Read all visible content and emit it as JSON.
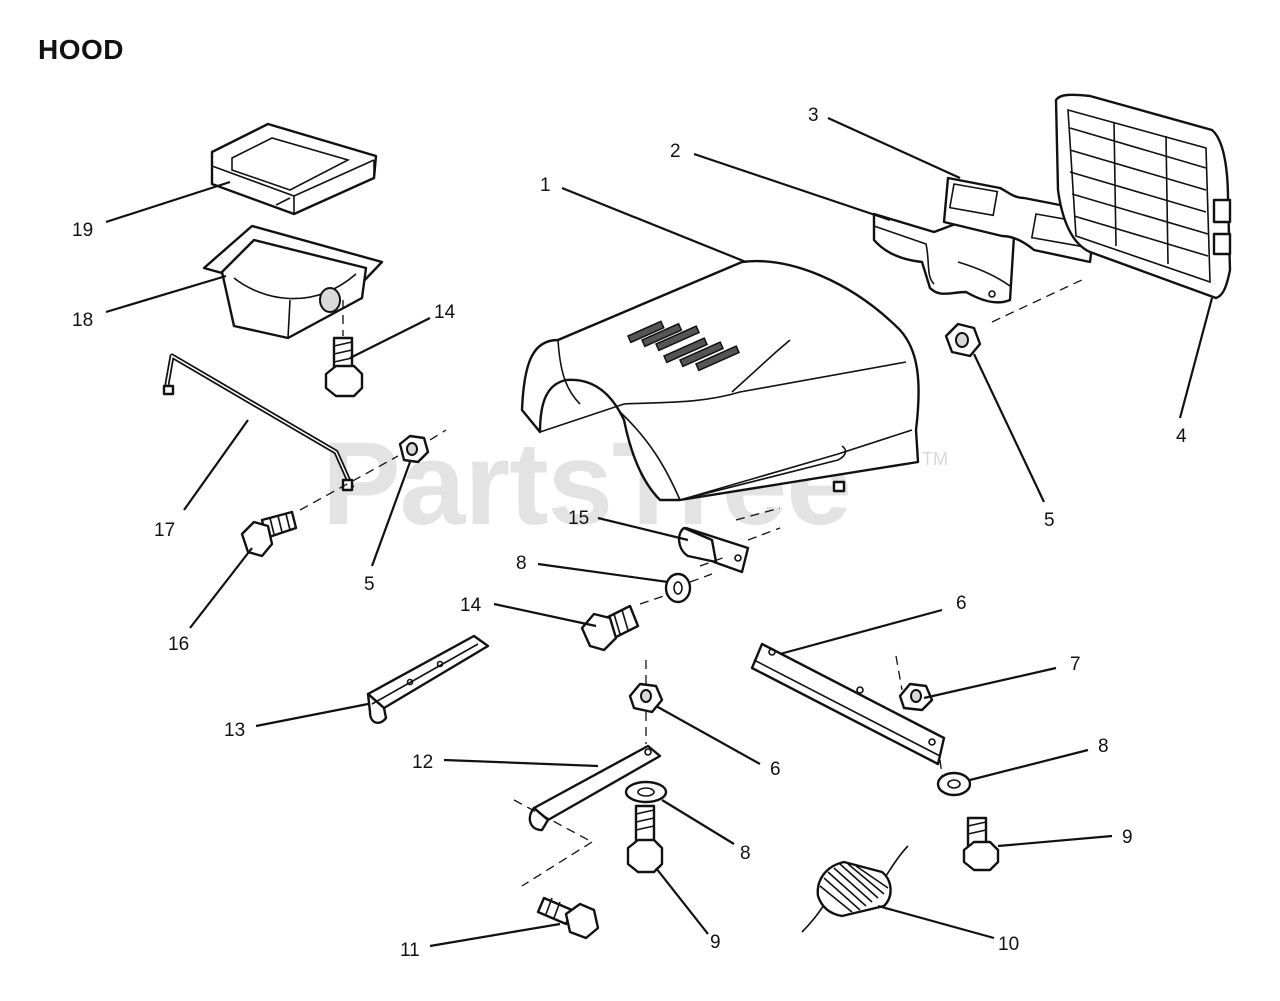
{
  "title": "HOOD",
  "watermark": {
    "text": "PartsTree",
    "trademark": "TM"
  },
  "callouts": [
    {
      "id": "c1",
      "label": "1"
    },
    {
      "id": "c2",
      "label": "2"
    },
    {
      "id": "c3",
      "label": "3"
    },
    {
      "id": "c4",
      "label": "4"
    },
    {
      "id": "c5a",
      "label": "5"
    },
    {
      "id": "c5b",
      "label": "5"
    },
    {
      "id": "c6a",
      "label": "6"
    },
    {
      "id": "c6b",
      "label": "6"
    },
    {
      "id": "c7",
      "label": "7"
    },
    {
      "id": "c8a",
      "label": "8"
    },
    {
      "id": "c8b",
      "label": "8"
    },
    {
      "id": "c8c",
      "label": "8"
    },
    {
      "id": "c9a",
      "label": "9"
    },
    {
      "id": "c9b",
      "label": "9"
    },
    {
      "id": "c10",
      "label": "10"
    },
    {
      "id": "c11",
      "label": "11"
    },
    {
      "id": "c12",
      "label": "12"
    },
    {
      "id": "c13",
      "label": "13"
    },
    {
      "id": "c14a",
      "label": "14"
    },
    {
      "id": "c14b",
      "label": "14"
    },
    {
      "id": "c15",
      "label": "15"
    },
    {
      "id": "c16",
      "label": "16"
    },
    {
      "id": "c17",
      "label": "17"
    },
    {
      "id": "c18",
      "label": "18"
    },
    {
      "id": "c19",
      "label": "19"
    }
  ]
}
